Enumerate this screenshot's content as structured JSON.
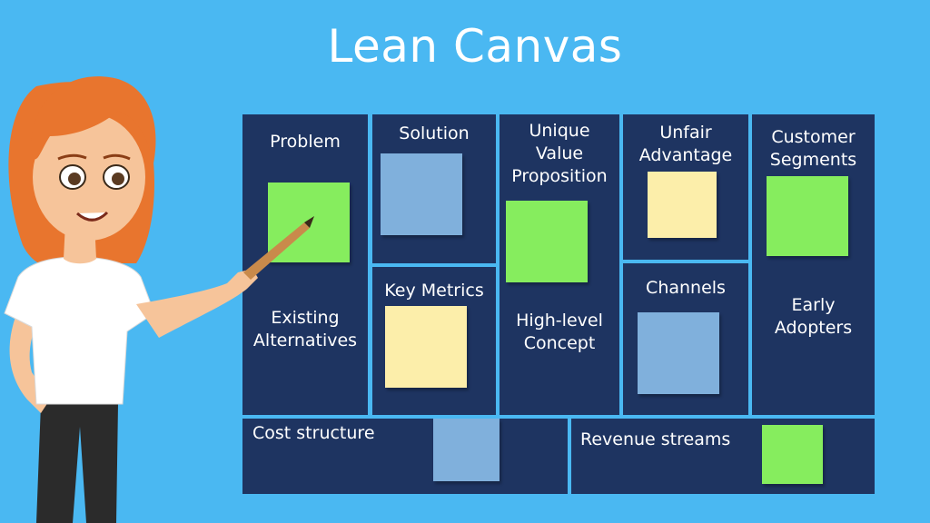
{
  "title": "Lean Canvas",
  "colors": {
    "background": "#4ab8f2",
    "cell": "#1e3461",
    "note_green": "#86ed5e",
    "note_blue": "#80b0dc",
    "note_yellow": "#fceeaa",
    "text": "#ffffff"
  },
  "canvas": {
    "problem": {
      "heading": "Problem",
      "sub_line1": "Existing",
      "sub_line2": "Alternatives"
    },
    "solution": {
      "heading": "Solution"
    },
    "key_metrics": {
      "heading": "Key Metrics"
    },
    "uvp": {
      "line1": "Unique",
      "line2": "Value",
      "line3": "Proposition",
      "sub_line1": "High-level",
      "sub_line2": "Concept"
    },
    "unfair_advantage": {
      "line1": "Unfair",
      "line2": "Advantage"
    },
    "channels": {
      "heading": "Channels"
    },
    "customer_segments": {
      "line1": "Customer",
      "line2": "Segments",
      "sub_line1": "Early",
      "sub_line2": "Adopters"
    },
    "cost_structure": {
      "heading": "Cost structure"
    },
    "revenue_streams": {
      "heading": "Revenue streams"
    }
  }
}
